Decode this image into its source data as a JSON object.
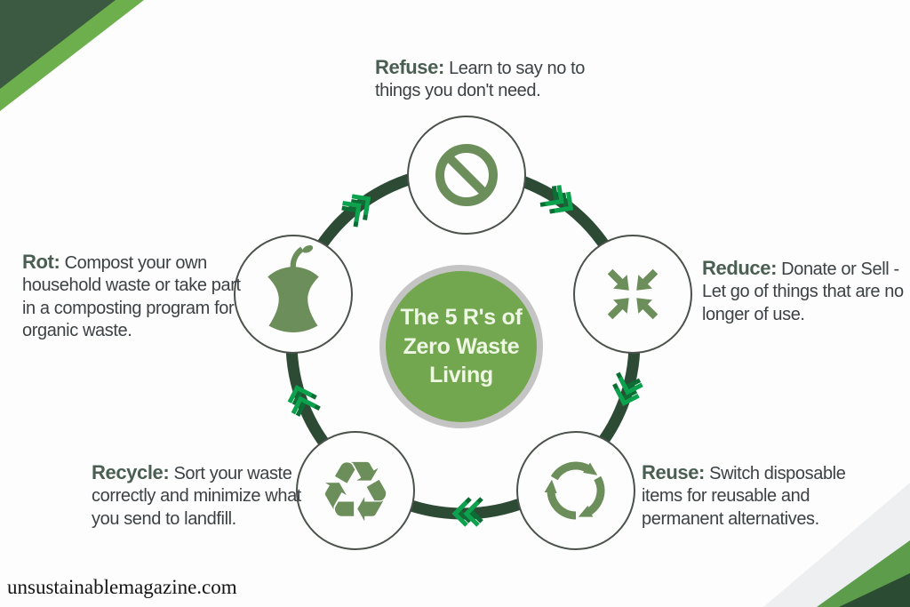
{
  "page": {
    "watermark": "unsustainablemagazine.com"
  },
  "center": {
    "line1": "The 5 R's of",
    "line2": "Zero Waste",
    "line3": "Living"
  },
  "items": [
    {
      "name": "refuse",
      "label": "Refuse:",
      "description": "Learn to say no to things you don't need.",
      "icon": "no-sign-icon"
    },
    {
      "name": "reduce",
      "label": "Reduce:",
      "description": "Donate or Sell - Let go of things that are no longer of use.",
      "icon": "compress-arrows-icon"
    },
    {
      "name": "reuse",
      "label": "Reuse:",
      "description": "Switch disposable items for reusable and permanent alternatives.",
      "icon": "circular-arrows-icon"
    },
    {
      "name": "recycle",
      "label": "Recycle:",
      "description": "Sort your waste correctly and minimize what you send to landfill.",
      "icon": "recycling-symbol-icon",
      "glyph": "♻"
    },
    {
      "name": "rot",
      "label": "Rot:",
      "description": "Compost your own household waste or take part in a composting program for organic waste.",
      "icon": "apple-core-icon"
    }
  ],
  "flow": {
    "direction": "clockwise",
    "chevron_count": 5
  },
  "colors": {
    "ring_dark_green": "#2d4a34",
    "icon_green": "#6c8e5b",
    "chevron_green": "#0ca24d",
    "chevron_shadow_green": "#0d6e35",
    "center_green": "#73a74f",
    "center_halo_gray": "#a6a6a6",
    "corner_dark_green": "#3c5a41",
    "corner_light_green": "#6daf4d",
    "heading_green": "#4a5f52",
    "body_text": "#3c4144"
  }
}
